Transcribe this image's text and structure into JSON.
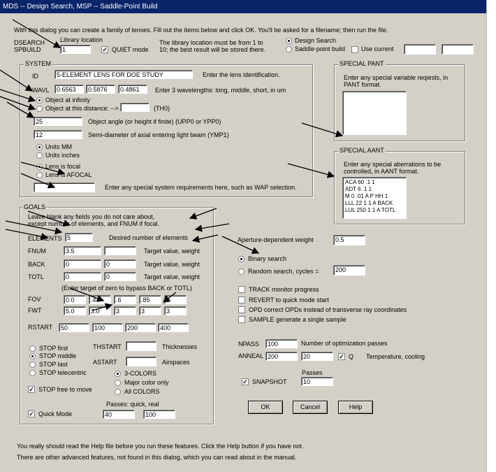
{
  "window": {
    "title": "MDS -- Design Search, MSP -- Saddle-Point Build"
  },
  "intro": "With this dialog you can create a family of lenses.  Fill out the items below and click OK. You'll be asked for a filename; then run the file.",
  "top": {
    "dsearch": "DSEARCH",
    "spbuild": "SPBUILD",
    "library_label": "Library location",
    "library_value": "1",
    "quiet_label": "QUIET mode",
    "library_note_1": "The library location must be from 1 to",
    "library_note_2": "10; the best result will be stored there.",
    "design_search": "Design Search",
    "saddle_point": "Saddle-point build",
    "use_current": "Use current"
  },
  "system": {
    "title": "SYSTEM",
    "id_label": "ID",
    "id_value": "5-ELEMENT LENS FOR DOE STUDY",
    "id_note": "Enter the lens identification.",
    "wavl_label": "WAVL",
    "wavl": [
      "0.6563",
      "0.5876",
      "0.4861"
    ],
    "wavl_note": "Enter 3 wavelengths: long, middle, short, in um",
    "infinity": "Object at infinity",
    "distance": "Object at this distance: -->",
    "th0": "(TH0)",
    "angle_value": "25",
    "angle_note": "Object angle (or height if finite) (UPP0 or YPP0)",
    "semi_value": "12",
    "semi_note": "Semi-diameter of axial entering light beam (YMP1)",
    "units_mm": "Units MM",
    "units_in": "Units inches",
    "focal": "Lens is focal",
    "afocal": "Lens is AFOCAL",
    "special_note": "Enter any special system requirements here, such as WAP selection."
  },
  "pant": {
    "title": "SPECIAL PANT",
    "note_1": "Enter any special variable reqiests, in",
    "note_2": "PANT format."
  },
  "aant": {
    "title": "SPECIAL AANT",
    "note_1": "Enter any special aberrations to be",
    "note_2": "controlled, in AANT format.",
    "content": "ACA 60 .1 1\nADT 6 .1 1\nM 0 .01 A P HH 1\nLLL 22 1 1 A BACK\nLUL 250 1 1 A TOTL"
  },
  "goals": {
    "title": "GOALS",
    "note_1": "Leave blank any fields you do not care about,",
    "note_2": "except number of elements, and FNUM if focal.",
    "elements_label": "ELEMENTS",
    "elements_value": "5",
    "elements_note": "Desired number of elements",
    "fnum_label": "FNUM",
    "fnum_value": "3.5",
    "fnum_weight": "",
    "back_label": "BACK",
    "back_value": "0",
    "back_weight": "0",
    "totl_label": "TOTL",
    "totl_value": "0",
    "totl_weight": "0",
    "target_note": "Target value, weight",
    "bypass_note": "(Enter target of zero to bypass BACK or TOTL)",
    "fov_label": "FOV",
    "fov": [
      "0.0",
      ".4",
      ".6",
      ".85",
      "1"
    ],
    "fwt_label": "FWT",
    "fwt": [
      "5.0",
      "3.0",
      "3",
      "3",
      "3"
    ],
    "rstart_label": "RSTART",
    "rstart": [
      "50",
      "100",
      "200",
      "400"
    ],
    "stop_first": "STOP first",
    "stop_middle": "STOP middle",
    "stop_last": "STOP last",
    "stop_telecentric": "STOP telecentric",
    "thstart": "THSTART",
    "thicknesses": "Thicknesses",
    "astart": "ASTART",
    "airspaces": "Airspaces",
    "three_colors": "3-COLORS",
    "major_color": "Major color only",
    "all_colors": "All COLORS",
    "stop_free": "STOP free to move",
    "passes_label": "Passes: quick, real",
    "quick_mode": "Quick Mode",
    "passes_quick": "40",
    "passes_real": "100"
  },
  "right": {
    "aperture_label": "Aperture-dependent weight",
    "aperture_value": "0.5",
    "binary": "Binary search",
    "random": "Random search, cycles =",
    "cycles": "200",
    "track": "TRACK monitor progress",
    "revert": "REVERT to quick mode start",
    "opd": "OPD correct OPDs instead of transverse ray coordinates",
    "sample": "SAMPLE generate a single sample",
    "npass_label": "NPASS",
    "npass_value": "100",
    "npass_note": "Number of optimization passes",
    "anneal_label": "ANNEAL",
    "anneal_1": "200",
    "anneal_2": "20",
    "q_label": "Q",
    "anneal_note": "Temperature, cooling",
    "passes_label": "Passes",
    "snapshot": "SNAPSHOT",
    "snapshot_value": "10"
  },
  "buttons": {
    "ok": "OK",
    "cancel": "Cancel",
    "help": "Help"
  },
  "footer": {
    "line1": "You really should read the Help file before you run these features.  Click the Help button if you have not.",
    "line2": "There are other advanced features, not found in this dialog, which you can read about in the manual."
  }
}
